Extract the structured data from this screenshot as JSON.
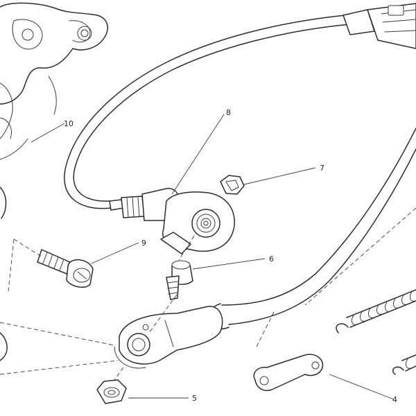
{
  "callouts": [
    {
      "id": "4",
      "label": "4"
    },
    {
      "id": "5",
      "label": "5"
    },
    {
      "id": "6",
      "label": "6"
    },
    {
      "id": "7",
      "label": "7"
    },
    {
      "id": "8",
      "label": "8"
    },
    {
      "id": "9",
      "label": "9"
    },
    {
      "id": "10",
      "label": "10"
    }
  ],
  "colors": {
    "line": "#2b2b2b",
    "background": "#ffffff"
  }
}
